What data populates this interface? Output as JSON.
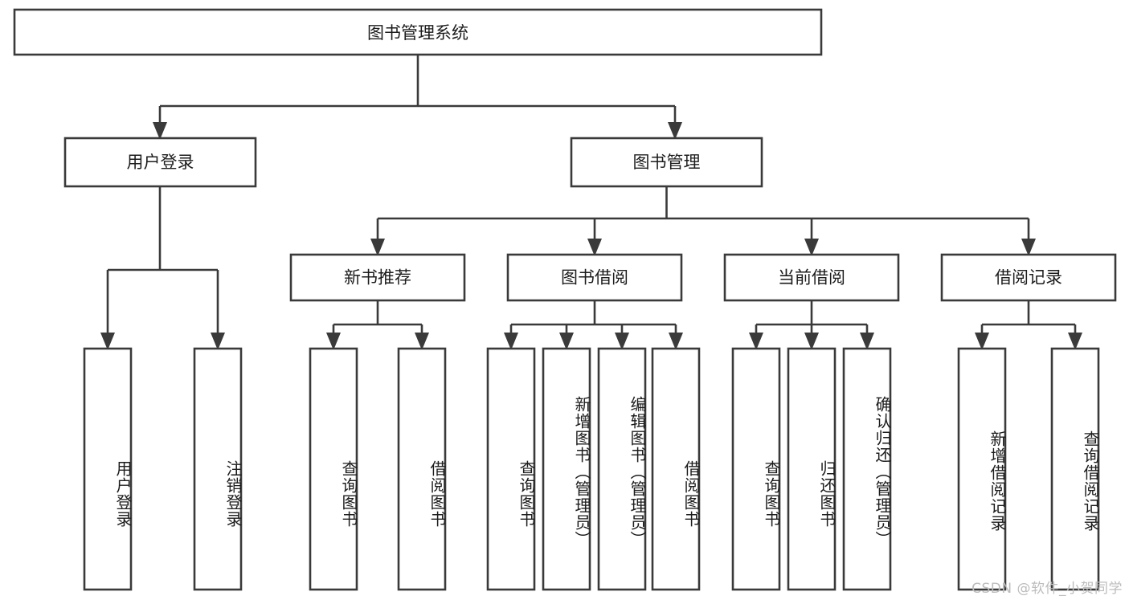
{
  "diagram": {
    "type": "tree",
    "title": "图书管理系统",
    "watermark": "CSDN @软件_小贺同学",
    "colors": {
      "background": "#ffffff",
      "stroke": "#3a3a3a",
      "text": "#1c1c1c",
      "watermark": "#bcbcbc"
    },
    "levels": {
      "root": {
        "label": "图书管理系统"
      },
      "level2": [
        {
          "label": "用户登录"
        },
        {
          "label": "图书管理"
        }
      ],
      "level3": [
        {
          "label": "新书推荐"
        },
        {
          "label": "图书借阅"
        },
        {
          "label": "当前借阅"
        },
        {
          "label": "借阅记录"
        }
      ],
      "leaves": {
        "user_login": [
          {
            "label": "用户登录"
          },
          {
            "label": "注销登录"
          }
        ],
        "new_book_recommend": [
          {
            "label": "查询图书"
          },
          {
            "label": "借阅图书"
          }
        ],
        "book_borrow": [
          {
            "label": "查询图书"
          },
          {
            "label": "新增图书（管理员）"
          },
          {
            "label": "编辑图书（管理员）"
          },
          {
            "label": "借阅图书"
          }
        ],
        "current_borrow": [
          {
            "label": "查询图书"
          },
          {
            "label": "归还图书"
          },
          {
            "label": "确认归还（管理员）"
          }
        ],
        "borrow_record": [
          {
            "label": "新增借阅记录"
          },
          {
            "label": "查询借阅记录"
          }
        ]
      }
    }
  }
}
